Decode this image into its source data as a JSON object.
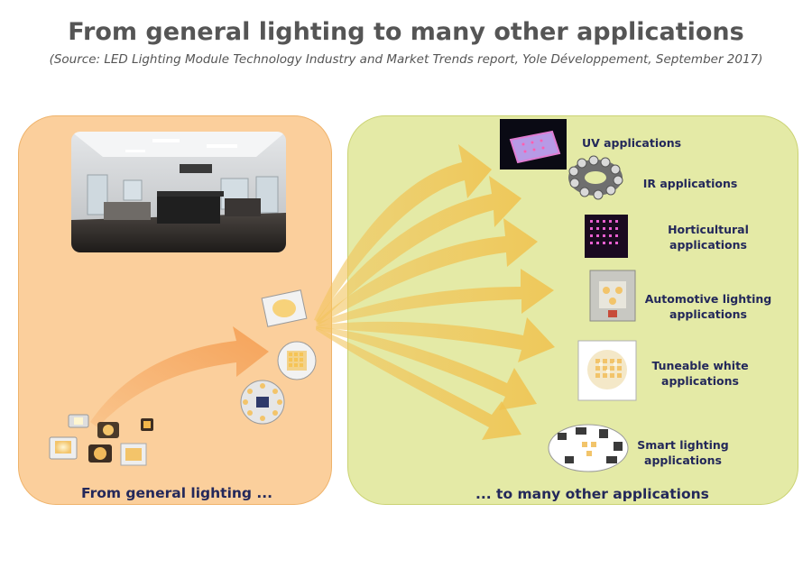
{
  "header": {
    "title": "From general lighting to many other applications",
    "subtitle": "(Source: LED Lighting Module Technology Industry and Market Trends report, Yole Développement, September 2017)"
  },
  "left_panel": {
    "caption": "From general lighting ..."
  },
  "right_panel": {
    "caption": "... to many other applications",
    "applications": [
      {
        "line1": "UV applications",
        "line2": ""
      },
      {
        "line1": "IR applications",
        "line2": ""
      },
      {
        "line1": "Horticultural",
        "line2": "applications"
      },
      {
        "line1": "Automotive lighting",
        "line2": "applications"
      },
      {
        "line1": "Tuneable white",
        "line2": "applications"
      },
      {
        "line1": "Smart lighting",
        "line2": "applications"
      }
    ]
  },
  "colors": {
    "left_panel_fill": "#fbcf9c",
    "right_panel_fill": "#e4eaa6",
    "label_text": "#23285a",
    "title_text": "#555555",
    "small_arrow": "#f5a35a",
    "fan_arrows": "#f2c45c"
  }
}
